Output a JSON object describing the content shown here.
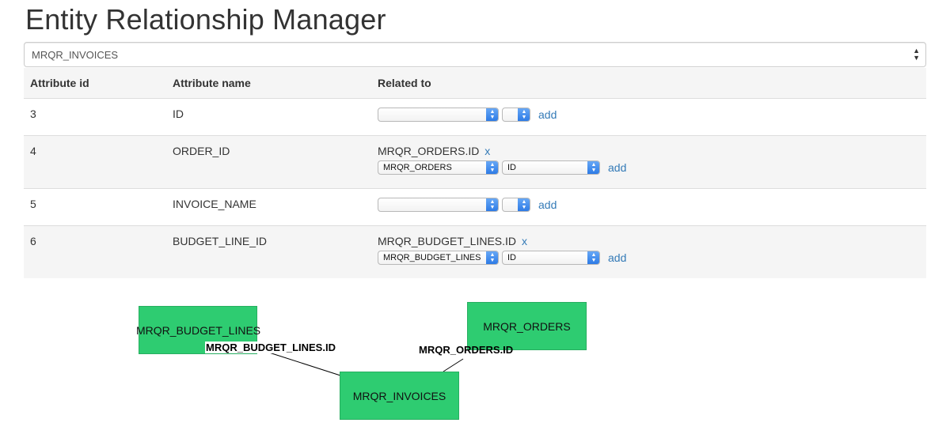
{
  "title": "Entity Relationship Manager",
  "entity_select": {
    "value": "MRQR_INVOICES"
  },
  "table": {
    "headers": [
      "Attribute id",
      "Attribute name",
      "Related to"
    ],
    "rows": [
      {
        "id": "3",
        "name": "ID",
        "relations": [],
        "table_select": "",
        "attr_select": "",
        "add_label": "add"
      },
      {
        "id": "4",
        "name": "ORDER_ID",
        "relations": [
          {
            "text": "MRQR_ORDERS.ID",
            "remove": "x"
          }
        ],
        "table_select": "MRQR_ORDERS",
        "attr_select": "ID",
        "add_label": "add"
      },
      {
        "id": "5",
        "name": "INVOICE_NAME",
        "relations": [],
        "table_select": "",
        "attr_select": "",
        "add_label": "add"
      },
      {
        "id": "6",
        "name": "BUDGET_LINE_ID",
        "relations": [
          {
            "text": "MRQR_BUDGET_LINES.ID",
            "remove": "x"
          }
        ],
        "table_select": "MRQR_BUDGET_LINES",
        "attr_select": "ID",
        "add_label": "add"
      }
    ]
  },
  "diagram": {
    "nodes": {
      "budget_lines": "MRQR_BUDGET_LINES",
      "orders": "MRQR_ORDERS",
      "invoices": "MRQR_INVOICES"
    },
    "edges": {
      "budget_lines": "MRQR_BUDGET_LINES.ID",
      "orders": "MRQR_ORDERS.ID"
    },
    "node_color": "#2ecc71"
  },
  "colors": {
    "link": "#337ab7",
    "select_accent": "#2a78e4"
  }
}
